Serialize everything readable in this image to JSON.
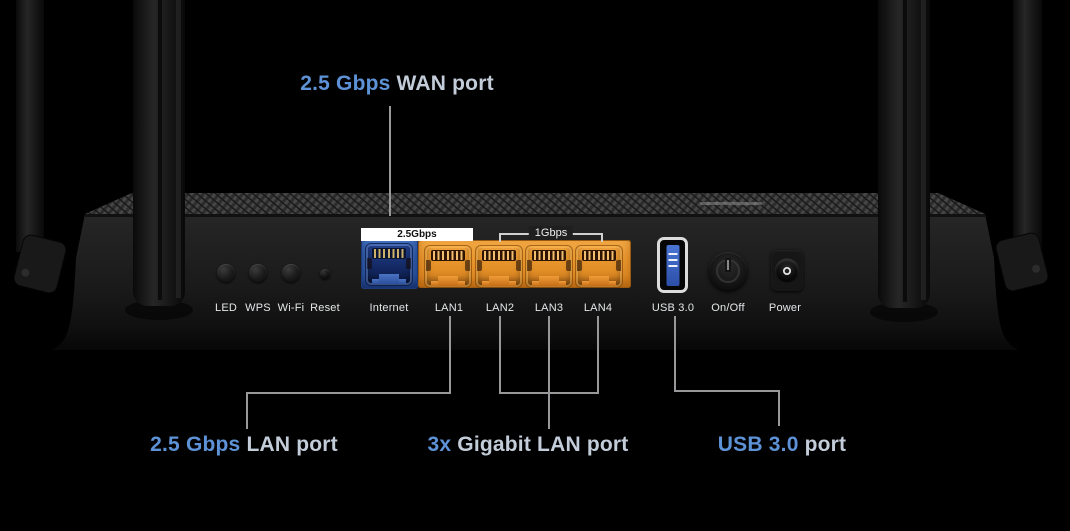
{
  "image_type": "router-rear-panel-product-diagram",
  "colors": {
    "background": "#000000",
    "accent_blue_text": "#5d92d6",
    "light_label_text": "#c3ccd9",
    "leader_line_gray": "#98989a",
    "panel_label_white": "#e4e6e8",
    "wan_port_blue": "#3362b0",
    "lan_block_orange": "#e8962d",
    "wan_speed_badge_bg": "#ffffff",
    "wan_speed_badge_text": "#111111"
  },
  "callouts": {
    "wan": {
      "spec": "2.5 Gbps",
      "rest": "WAN port"
    },
    "lan25": {
      "spec": "2.5 Gbps",
      "rest": "LAN port"
    },
    "gigabit": {
      "spec": "3x",
      "rest": "Gigabit LAN port"
    },
    "usb": {
      "spec": "USB 3.0",
      "rest": "port"
    }
  },
  "panel": {
    "speed_badges": {
      "wan": "2.5Gbps",
      "lan": "1Gbps"
    },
    "button_labels": {
      "led": "LED",
      "wps": "WPS",
      "wifi": "Wi-Fi",
      "reset": "Reset"
    },
    "port_labels": {
      "internet": "Internet",
      "lan1": "LAN1",
      "lan2": "LAN2",
      "lan3": "LAN3",
      "lan4": "LAN4",
      "usb": "USB 3.0",
      "onoff": "On/Off",
      "power": "Power"
    }
  }
}
